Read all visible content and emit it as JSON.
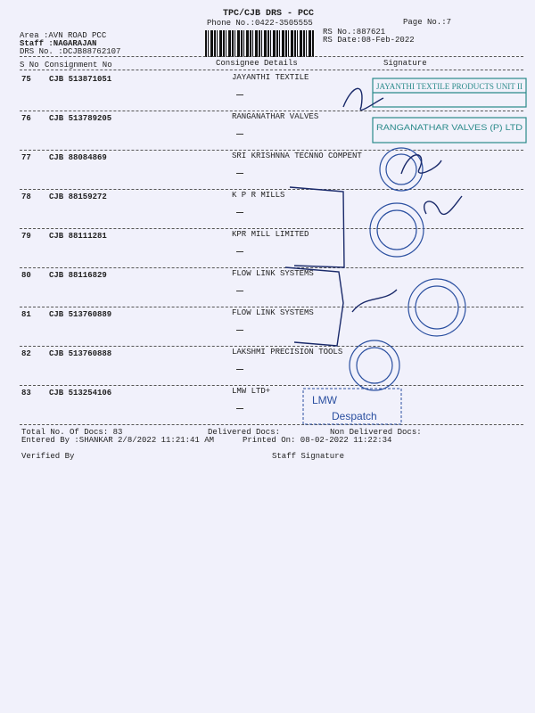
{
  "header": {
    "title": "TPC/CJB  DRS - PCC",
    "phone": "Phone No.:0422-3505555",
    "page": "Page No.:7",
    "area": "Area :AVN ROAD PCC",
    "staff": "Staff :NAGARAJAN",
    "drs_no": "DRS No. :DCJB88762107",
    "rs_no": "RS No.:887621",
    "rs_date": "RS Date:08-Feb-2022"
  },
  "columns": {
    "sno": "S No",
    "consignment": "Consignment No",
    "consignee": "Consignee Details",
    "signature": "Signature"
  },
  "rows": [
    {
      "sno": "75",
      "consignment": "CJB 513871051",
      "consignee": "JAYANTHI TEXTILE"
    },
    {
      "sno": "76",
      "consignment": "CJB 513789205",
      "consignee": "RANGANATHAR VALVES"
    },
    {
      "sno": "77",
      "consignment": "CJB 88084869",
      "consignee": "SRI KRISHNNA TECNNO COMPENT"
    },
    {
      "sno": "78",
      "consignment": "CJB 88159272",
      "consignee": "K P R MILLS"
    },
    {
      "sno": "79",
      "consignment": "CJB 88111281",
      "consignee": "KPR MILL LIMITED"
    },
    {
      "sno": "80",
      "consignment": "CJB 88116829",
      "consignee": "FLOW LINK SYSTEMS"
    },
    {
      "sno": "81",
      "consignment": "CJB 513760889",
      "consignee": "FLOW LINK SYSTEMS"
    },
    {
      "sno": "82",
      "consignment": "CJB 513760888",
      "consignee": "LAKSHMI PRECISION TOOLS"
    },
    {
      "sno": "83",
      "consignment": "CJB 513254106",
      "consignee": "LMW LTD+"
    }
  ],
  "footer": {
    "total_docs": "Total No. Of Docs:  83",
    "delivered_docs": "Delivered Docs:",
    "non_delivered_docs": "Non Delivered Docs:",
    "entered_by": "Entered By :SHANKAR 2/8/2022 11:21:41 AM",
    "printed_on": "Printed On: 08-02-2022 11:22:34",
    "verified_by": "Verified By",
    "staff_signature": "Staff Signature"
  },
  "stamps": {
    "jayanthi": "JAYANTHI TEXTILE PRODUCTS UNIT II",
    "ranganathar": "RANGANATHAR VALVES (P) LTD",
    "lmw": "LMW Despatch"
  },
  "colors": {
    "stamp": "#2a8a8a",
    "stamp_blue": "#2a4fa0",
    "ink": "#1a2a6a"
  }
}
